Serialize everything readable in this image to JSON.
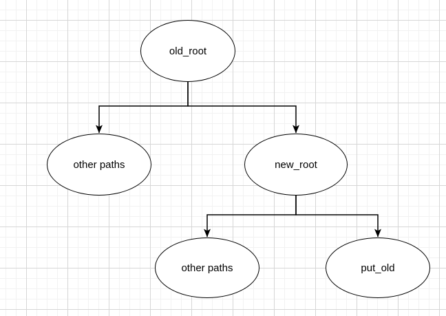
{
  "colors": {
    "canvas_bg": "#ffffff",
    "grid_minor": "#f2f2f2",
    "grid_major": "#d6d6d6",
    "shape_stroke": "#000000",
    "shape_fill": "#ffffff",
    "edge_stroke": "#000000",
    "label_color": "#000000"
  },
  "nodes": [
    {
      "id": "old_root",
      "label": "old_root"
    },
    {
      "id": "other_paths_left",
      "label": "other paths"
    },
    {
      "id": "new_root",
      "label": "new_root"
    },
    {
      "id": "other_paths_bottom",
      "label": "other paths"
    },
    {
      "id": "put_old",
      "label": "put_old"
    }
  ],
  "edges": [
    {
      "from": "old_root",
      "to": "other_paths_left"
    },
    {
      "from": "old_root",
      "to": "new_root"
    },
    {
      "from": "new_root",
      "to": "other_paths_bottom"
    },
    {
      "from": "new_root",
      "to": "put_old"
    }
  ]
}
